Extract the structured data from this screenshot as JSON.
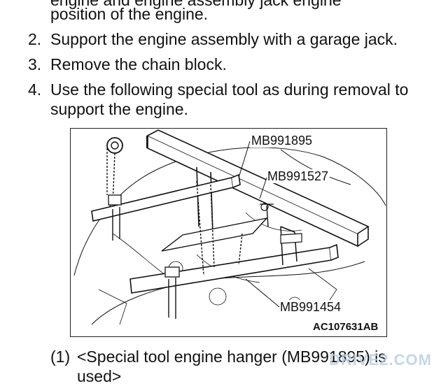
{
  "text": {
    "cut_top": "engine and engine assembly jack engine",
    "line1b": "position of the engine.",
    "items": [
      {
        "num": "2.",
        "text": "Support the engine assembly with a garage jack."
      },
      {
        "num": "3.",
        "text": "Remove the chain block."
      },
      {
        "num": "4.",
        "text": "Use the following special tool as during removal to",
        "cont": "support the engine."
      }
    ],
    "note": {
      "num": "(1)",
      "text": "<Special tool engine hanger (MB991895) is",
      "cont": "used>"
    }
  },
  "figure": {
    "callouts": [
      "MB991895",
      "MB991527",
      "MB991454"
    ],
    "id": "AC107631AB"
  },
  "watermark": "DRIVE2.COM"
}
